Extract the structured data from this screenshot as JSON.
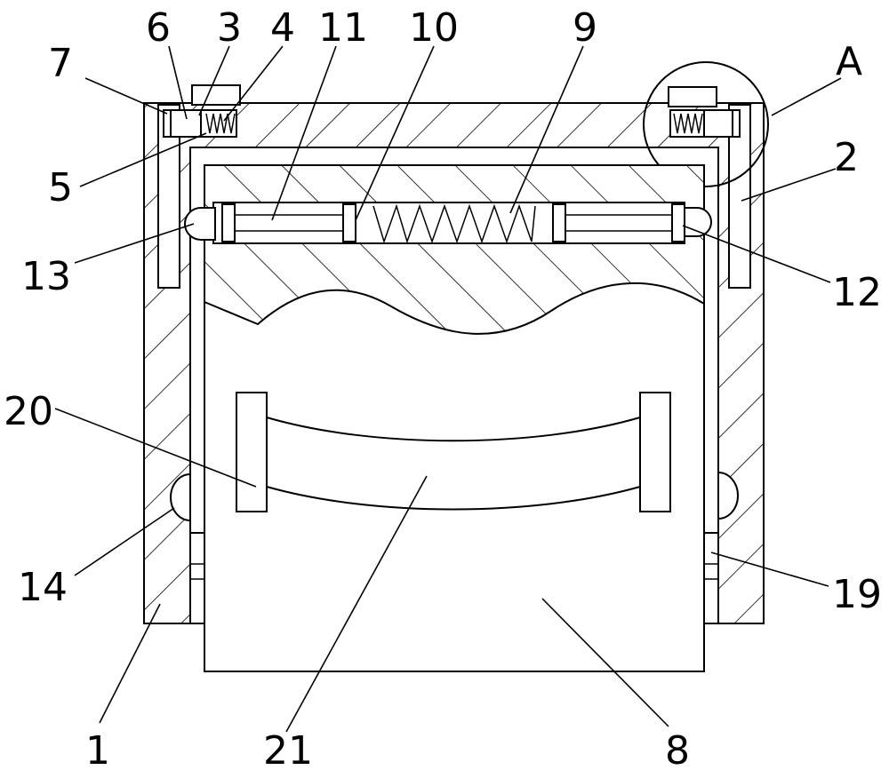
{
  "labels": {
    "l1": "1",
    "l2": "2",
    "l3": "3",
    "l4": "4",
    "l5": "5",
    "l6": "6",
    "l7": "7",
    "l8": "8",
    "l9": "9",
    "l10": "10",
    "l11": "11",
    "l12": "12",
    "l13": "13",
    "l14": "14",
    "l19": "19",
    "l20": "20",
    "l21": "21",
    "lA": "A"
  }
}
